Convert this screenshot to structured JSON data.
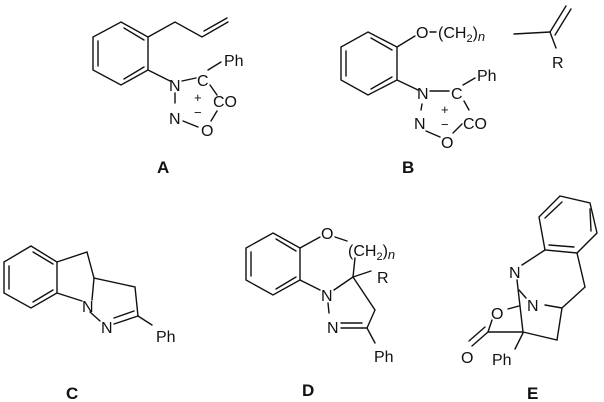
{
  "compounds": [
    {
      "label": "A",
      "atoms": {
        "ph": "Ph",
        "n1": "N",
        "n2": "N",
        "c": "C",
        "co": "CO",
        "o": "O",
        "plus": "+",
        "minus": "−"
      }
    },
    {
      "label": "B",
      "atoms": {
        "ph": "Ph",
        "n1": "N",
        "n2": "N",
        "c": "C",
        "co": "CO",
        "o": "O",
        "plus": "+",
        "minus": "−",
        "o_ether": "O",
        "chain": "(CH",
        "sub2": "2",
        "close": ")",
        "n": "n",
        "r": "R"
      }
    },
    {
      "label": "C",
      "atoms": {
        "n1": "N",
        "n2": "N",
        "ph": "Ph"
      }
    },
    {
      "label": "D",
      "atoms": {
        "o": "O",
        "chain": "(CH",
        "sub2": "2",
        "close": ")",
        "n": "n",
        "r": "R",
        "n1": "N",
        "n2": "N",
        "ph": "Ph"
      }
    },
    {
      "label": "E",
      "atoms": {
        "n1": "N",
        "n2": "N",
        "o": "O",
        "o_carbonyl": "O",
        "ph": "Ph"
      }
    }
  ]
}
